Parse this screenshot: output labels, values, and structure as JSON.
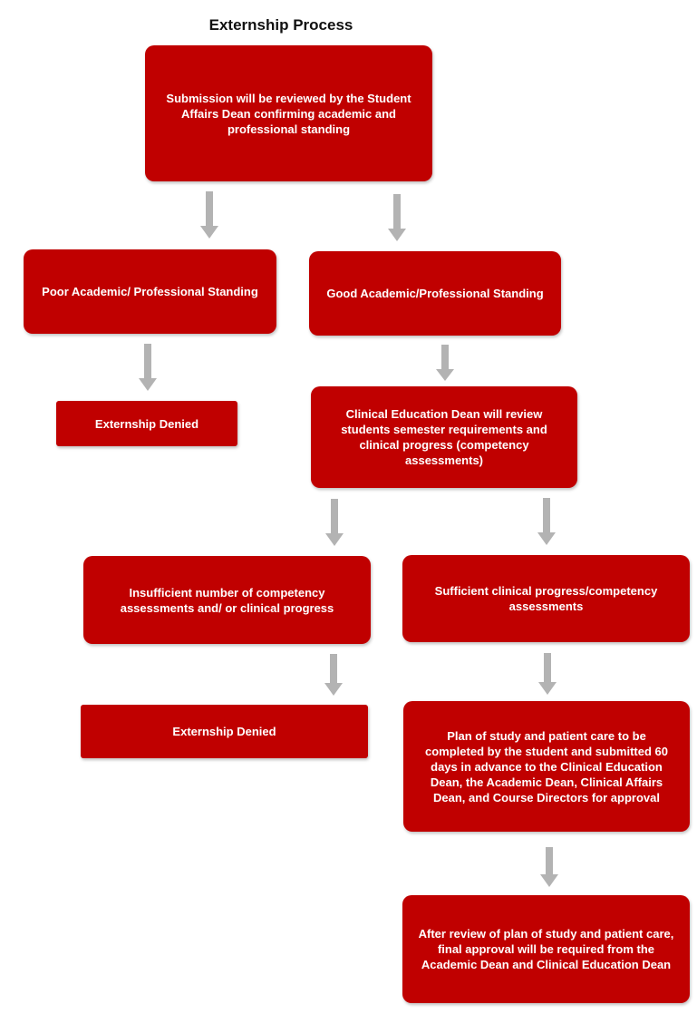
{
  "title": "Externship Process",
  "colors": {
    "box_fill": "#c00000",
    "box_text": "#ffffff",
    "arrow": "#b3b3b3"
  },
  "nodes": {
    "review": "Submission will be reviewed by the Student Affairs Dean confirming academic and professional standing",
    "poor_standing": "Poor Academic/ Professional Standing",
    "good_standing": "Good Academic/Professional  Standing",
    "denied_1": "Externship Denied",
    "clinical_review": "Clinical Education Dean will review students semester requirements and clinical progress (competency assessments)",
    "insufficient": "Insufficient number of competency assessments and/ or clinical progress",
    "sufficient": "Sufficient clinical progress/competency assessments",
    "denied_2": "Externship Denied",
    "plan_of_study": "Plan of study and patient care to be completed by the student and submitted 60 days in advance to the Clinical Education Dean, the Academic Dean, Clinical Affairs Dean, and Course Directors  for approval",
    "final_approval": "After review of plan of study and patient care, final approval will be required from the Academic Dean and Clinical Education Dean"
  }
}
